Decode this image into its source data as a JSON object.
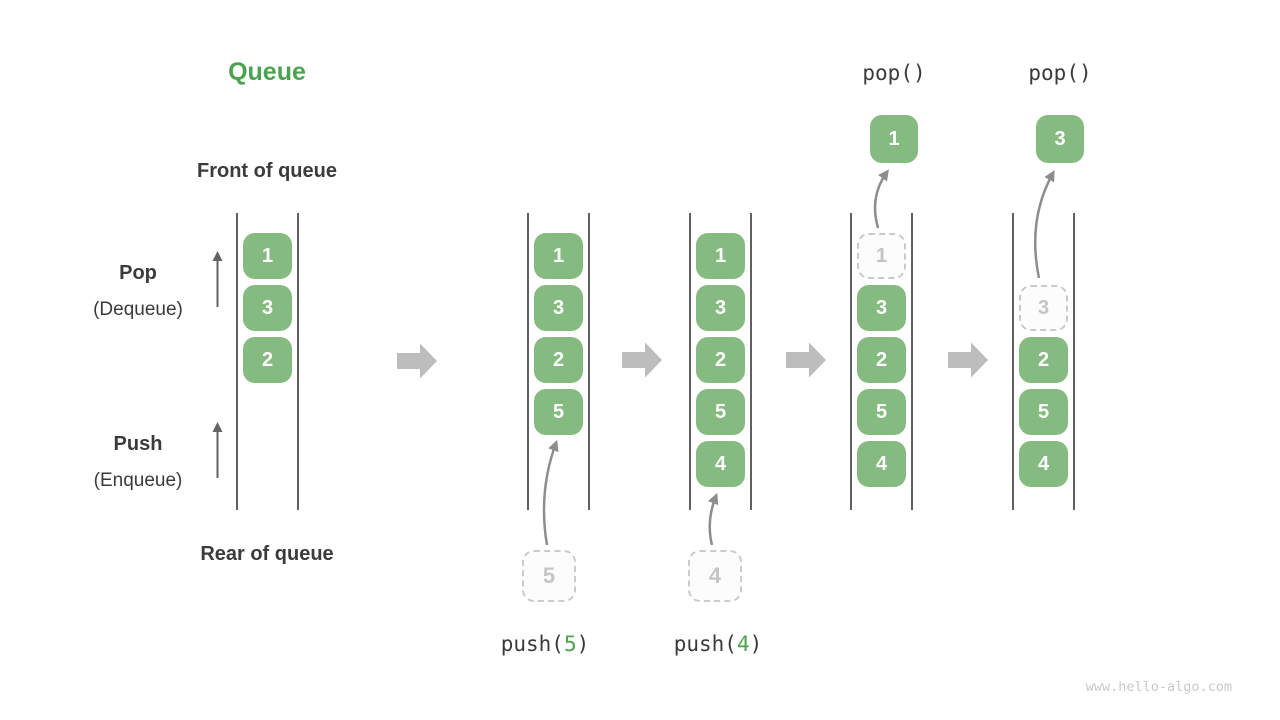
{
  "title": {
    "text": "Queue"
  },
  "side_labels": {
    "front": "Front of queue",
    "rear": "Rear of queue",
    "pop_main": "Pop",
    "pop_sub": "(Dequeue)",
    "push_main": "Push",
    "push_sub": "(Enqueue)"
  },
  "operations": {
    "push1": {
      "prefix": "push(",
      "arg": "5",
      "suffix": ")"
    },
    "push2": {
      "prefix": "push(",
      "arg": "4",
      "suffix": ")"
    },
    "pop1": "pop()",
    "pop2": "pop()"
  },
  "columns": [
    {
      "cells": [
        {
          "v": "1",
          "t": "solid"
        },
        {
          "v": "3",
          "t": "solid"
        },
        {
          "v": "2",
          "t": "solid"
        }
      ]
    },
    {
      "cells": [
        {
          "v": "1",
          "t": "solid"
        },
        {
          "v": "3",
          "t": "solid"
        },
        {
          "v": "2",
          "t": "solid"
        },
        {
          "v": "5",
          "t": "solid"
        }
      ],
      "incoming": {
        "v": "5"
      }
    },
    {
      "cells": [
        {
          "v": "1",
          "t": "solid"
        },
        {
          "v": "3",
          "t": "solid"
        },
        {
          "v": "2",
          "t": "solid"
        },
        {
          "v": "5",
          "t": "solid"
        },
        {
          "v": "4",
          "t": "solid"
        }
      ],
      "incoming": {
        "v": "4"
      }
    },
    {
      "cells": [
        {
          "v": "1",
          "t": "ghost"
        },
        {
          "v": "3",
          "t": "solid"
        },
        {
          "v": "2",
          "t": "solid"
        },
        {
          "v": "5",
          "t": "solid"
        },
        {
          "v": "4",
          "t": "solid"
        }
      ],
      "popped": {
        "v": "1"
      }
    },
    {
      "cells": [
        {
          "v": "",
          "t": "empty"
        },
        {
          "v": "3",
          "t": "ghost"
        },
        {
          "v": "2",
          "t": "solid"
        },
        {
          "v": "5",
          "t": "solid"
        },
        {
          "v": "4",
          "t": "solid"
        }
      ],
      "popped": {
        "v": "3"
      }
    }
  ],
  "watermark": "www.hello-algo.com",
  "colors": {
    "green_box": "#85BA80",
    "green_text": "#4CA250",
    "ghost_border": "#cbcbcb",
    "ghost_text": "#c4c4c4",
    "flow_arrow": "#BDBDBD",
    "curve_arrow": "#8D8D8D",
    "direction_arrow": "#636363",
    "wall_line": "#606060",
    "label_text": "#3B3B3B",
    "cell_number_text": "#FFFFFF",
    "watermark_text": "#C9C9C9"
  }
}
